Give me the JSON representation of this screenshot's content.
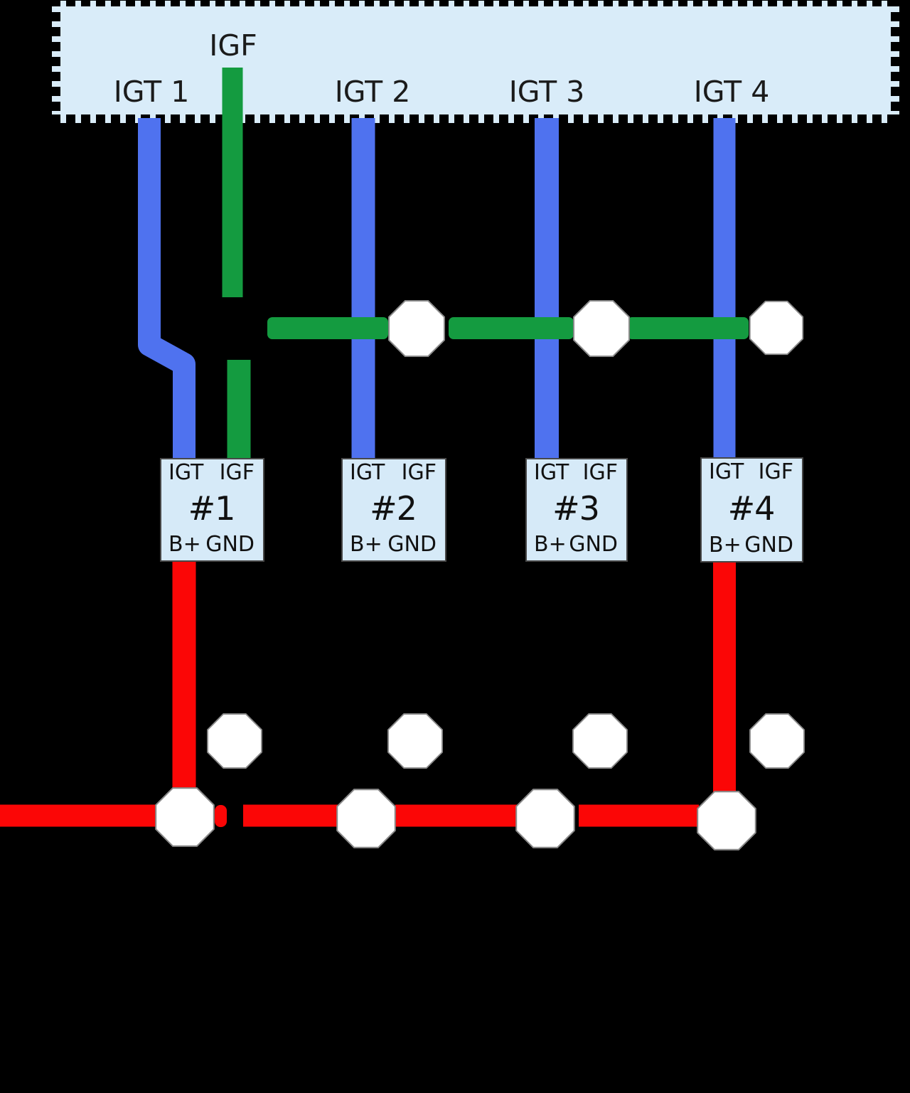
{
  "ecu": {
    "igf_label": "IGF",
    "pins": [
      {
        "label": "IGT 1"
      },
      {
        "label": "IGT 2"
      },
      {
        "label": "IGT 3"
      },
      {
        "label": "IGT 4"
      }
    ]
  },
  "coils": [
    {
      "number": "#1",
      "pin_top_left": "IGT",
      "pin_top_right": "IGF",
      "pin_bottom_left": "B+",
      "pin_bottom_right": "GND"
    },
    {
      "number": "#2",
      "pin_top_left": "IGT",
      "pin_top_right": "IGF",
      "pin_bottom_left": "B+",
      "pin_bottom_right": "GND"
    },
    {
      "number": "#3",
      "pin_top_left": "IGT",
      "pin_top_right": "IGF",
      "pin_bottom_left": "B+",
      "pin_bottom_right": "GND"
    },
    {
      "number": "#4",
      "pin_top_left": "IGT",
      "pin_top_right": "IGF",
      "pin_bottom_left": "B+",
      "pin_bottom_right": "GND"
    }
  ],
  "colors": {
    "background": "#000000",
    "ecu_band_fill": "#d9ecf9",
    "coil_box_fill": "#d6eaf8",
    "igt_wire_blue": "#4f72ef",
    "igf_wire_green": "#149b40",
    "power_wire_red": "#fb0606",
    "connector_octagon_fill": "#ffffff"
  }
}
